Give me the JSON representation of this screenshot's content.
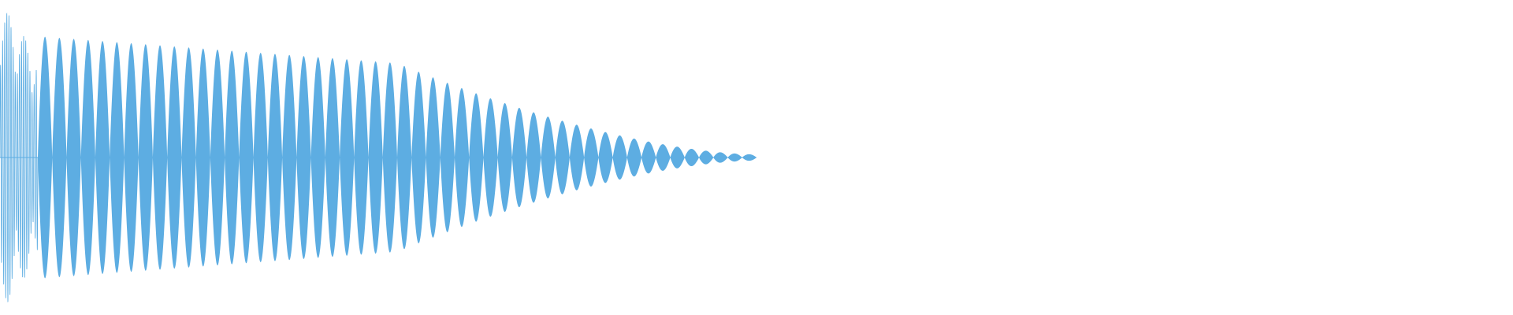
{
  "waveform": {
    "color": "#5dade2",
    "background": "#ffffff",
    "audible_fraction": 0.5,
    "transient": {
      "duration_fraction": 0.012,
      "peak_amplitude": 0.99,
      "cycles": 18
    },
    "body": {
      "cycles": 50,
      "start_amplitude": 0.77,
      "mid_amplitude": 0.6,
      "end_amplitude": 0.02
    }
  }
}
